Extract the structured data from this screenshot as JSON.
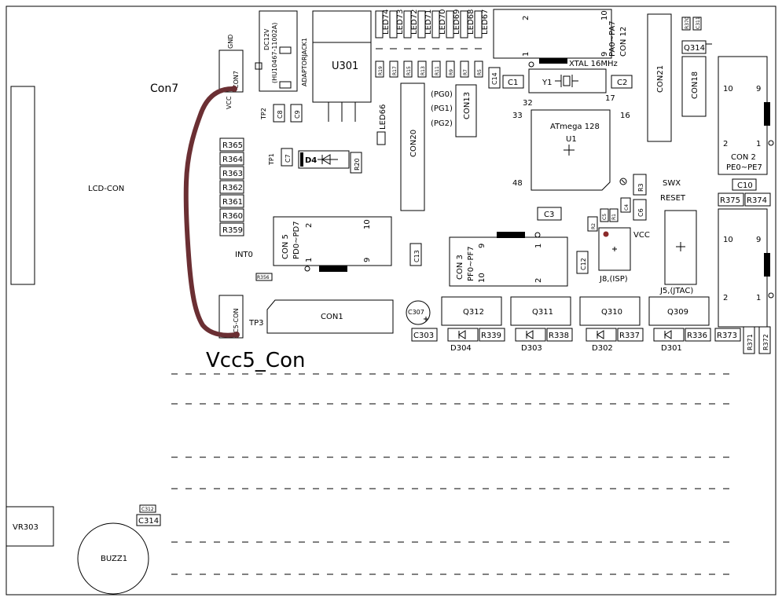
{
  "annotations": {
    "con7": "Con7",
    "vcc5": "Vcc5_Con"
  },
  "lcd": "LCD-CON",
  "con7": {
    "gnd": "GND",
    "vcc": "VCC",
    "name": "CON7"
  },
  "c5con": "C5-CON",
  "dc12v": "DC12V",
  "hu": "(HU10467-11002A)",
  "adaptor": "ADAPTORJACK1",
  "u301": "U301",
  "tp1": "TP1",
  "tp2": "TP2",
  "tp3": "TP3",
  "c8": "C8",
  "c9": "C9",
  "c7": "C7",
  "d4": "D4",
  "r20": "R20",
  "leds": [
    "LED74",
    "LED73",
    "LED72",
    "LED71",
    "LED70",
    "LED69",
    "LED68",
    "LED67"
  ],
  "led_res": [
    "R19",
    "R17",
    "R15",
    "R13",
    "R11",
    "R9",
    "R7",
    "R5"
  ],
  "led66": "LED66",
  "con20": "CON20",
  "pg": [
    "(PG0)",
    "(PG1)",
    "(PG2)"
  ],
  "con13": "CON13",
  "con12": {
    "name": "CON 12",
    "pins": "PA0~PA7",
    "p2": "2",
    "p10": "10",
    "p1": "1",
    "p9": "9"
  },
  "xtal": "XTAL 16MHz",
  "y1": "Y1",
  "c1": "C1",
  "c2": "C2",
  "c14": "C14",
  "mcu": {
    "name": "ATmega 128",
    "ref": "U1",
    "p32": "32",
    "p17": "17",
    "p33": "33",
    "p16": "16",
    "p48": "48"
  },
  "con21": "CON21",
  "con18": "CON18",
  "r370": "R370",
  "c311": "C311",
  "q314": "Q314",
  "con2": {
    "name": "CON 2",
    "pins": "PE0~PE7",
    "p10": "10",
    "p9": "9",
    "p2": "2",
    "p1": "1"
  },
  "resistor_stack": [
    "R365",
    "R364",
    "R363",
    "R362",
    "R361",
    "R360",
    "R359"
  ],
  "con5": {
    "name": "CON 5",
    "pins": "PD0~PD7",
    "p2": "2",
    "p10": "10",
    "p1": "1",
    "p9": "9"
  },
  "int0": "INT0",
  "r356": "R356",
  "c13": "C13",
  "con3": {
    "name": "CON 3",
    "pins": "PF0~PF7",
    "p9": "9",
    "p1": "1",
    "p10": "10",
    "p2": "2"
  },
  "c12": "C12",
  "c3": "C3",
  "r3": "R3",
  "c6": "C6",
  "c4": "C4",
  "c5": "C5",
  "r1": "R1",
  "r2": "R2",
  "j8": {
    "label": "J8,(ISP)",
    "vcc": "VCC"
  },
  "swx": {
    "l1": "SWX",
    "l2": "RESET"
  },
  "j5": "J5,(JTAC)",
  "c10": "C10",
  "r375": "R375",
  "r374": "R374",
  "con_right": {
    "p10": "10",
    "p9": "9",
    "p2": "2",
    "p1": "1"
  },
  "con1": "CON1",
  "c307": "C307",
  "c303": "C303",
  "qs": [
    {
      "q": "Q312",
      "d": "D304",
      "r": "R339"
    },
    {
      "q": "Q311",
      "d": "D303",
      "r": "R338"
    },
    {
      "q": "Q310",
      "d": "D302",
      "r": "R337"
    },
    {
      "q": "Q309",
      "d": "D301",
      "r": "R336"
    }
  ],
  "r373": "R373",
  "r371": "R371",
  "r372": "R372",
  "vr303": "VR303",
  "buzz": "BUZZ1",
  "c312": "C312",
  "c314": "C314",
  "colors": {
    "wire": "#6b2f33",
    "line": "#000000",
    "dot": "#8b2a2a"
  }
}
